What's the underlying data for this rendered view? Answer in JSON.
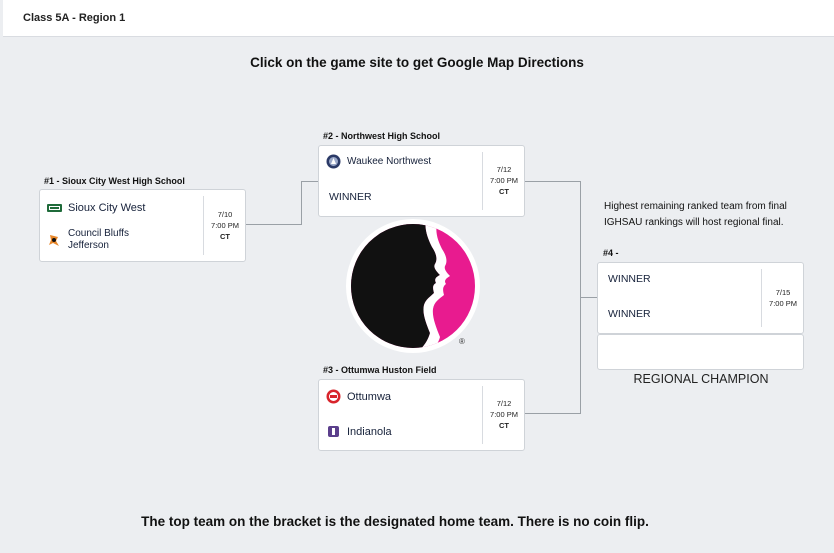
{
  "header": {
    "title": "Class 5A - Region 1"
  },
  "instruction": "Click on the game site to get Google Map Directions",
  "footer": "The top team on the bracket is the designated home team. There is no coin flip.",
  "games": {
    "g1": {
      "site": "#1 - Sioux City West High School",
      "team_top": "Sioux City West",
      "team_bottom": "Council Bluffs Jefferson",
      "date": "7/10",
      "time": "7:00 PM",
      "tz": "CT"
    },
    "g2": {
      "site": "#2 - Northwest High School",
      "team_top": "Waukee Northwest",
      "team_bottom": "WINNER",
      "date": "7/12",
      "time": "7:00 PM",
      "tz": "CT"
    },
    "g3": {
      "site": "#3 - Ottumwa Huston Field",
      "team_top": "Ottumwa",
      "team_bottom": "Indianola",
      "date": "7/12",
      "time": "7:00 PM",
      "tz": "CT"
    },
    "g4": {
      "site": "#4 -",
      "team_top": "WINNER",
      "team_bottom": "WINNER",
      "date": "7/15",
      "time": "7:00 PM"
    }
  },
  "final_note": "Highest remaining ranked team from final IGHSAU rankings will host regional final.",
  "champion_label": "REGIONAL CHAMPION",
  "logo": {
    "icon": "ighsau-silhouette-logo",
    "mark": "®",
    "colors": [
      "#111111",
      "#e81b8f",
      "#ffffff"
    ]
  }
}
